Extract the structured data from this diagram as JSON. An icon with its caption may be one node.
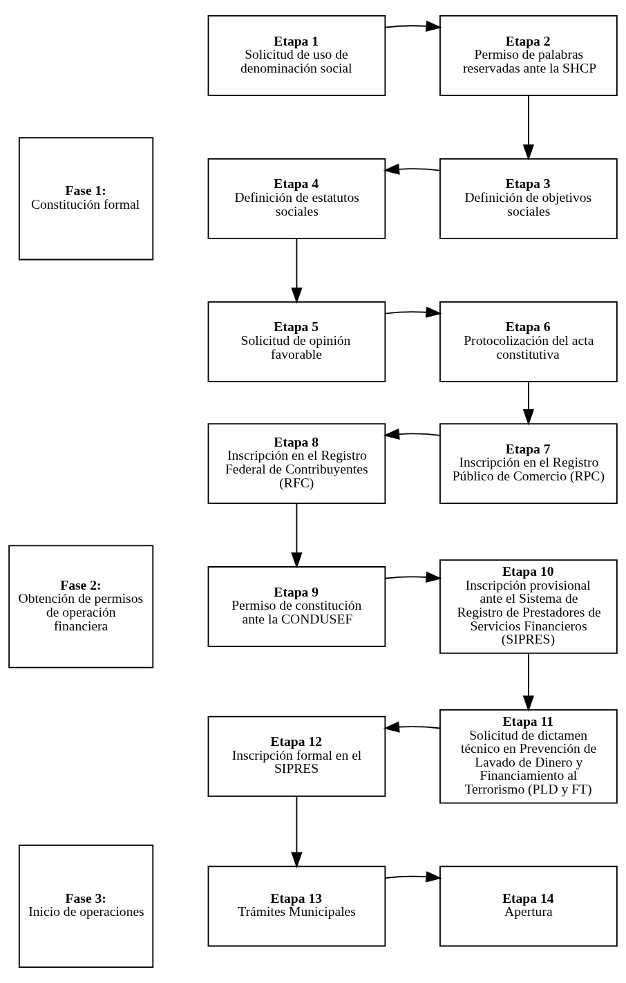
{
  "diagram": {
    "nodes": [
      {
        "text": [
          "Fase 1:",
          "Constitución formal"
        ]
      },
      {
        "text": [
          "Fase 2:",
          "Obtención de permisos de operación financiera"
        ]
      },
      {
        "text": [
          "Fase 3:",
          "Inicio de operaciones"
        ]
      },
      {
        "text": [
          "Etapa 1",
          "Solicitud de uso de denominación social"
        ]
      },
      {
        "text": [
          "Etapa 2",
          "Permiso de palabras reservadas ante la SHCP"
        ]
      },
      {
        "text": [
          "Etapa 3",
          "Definición de objetivos sociales"
        ]
      },
      {
        "text": [
          "Etapa 4",
          "Definición de estatutos sociales"
        ]
      },
      {
        "text": [
          "Etapa 5",
          "Solicitud de opinión favorable"
        ]
      },
      {
        "text": [
          "Etapa 6",
          "Protocolización del acta constitutiva"
        ]
      },
      {
        "text": [
          "Etapa 7",
          "Inscripción en el Registro Público de Comercio (RPC)"
        ]
      },
      {
        "text": [
          "Etapa 8",
          "Inscripción en el Registro Federal de Contribuyentes (RFC)"
        ]
      },
      {
        "text": [
          "Etapa 9",
          "Permiso de constitución ante la CONDUSEF"
        ]
      },
      {
        "text": [
          "Etapa 10",
          "Inscripción provisional ante el Sistema de Registro de Prestadores de Servicios Financieros (SIPRES)"
        ]
      },
      {
        "text": [
          "Etapa 11",
          "Solicitud de dictamen técnico en Prevención de Lavado de Dinero y Financiamiento al Terrorismo (PLD y FT)"
        ]
      },
      {
        "text": [
          "Etapa 12",
          "Inscripción formal en el SIPRES"
        ]
      },
      {
        "text": [
          "Etapa 13",
          "Trámites Municipales"
        ]
      },
      {
        "text": [
          "Etapa 14",
          "Apertura"
        ]
      }
    ],
    "edges": [
      {
        "from": 3,
        "to": 4,
        "arrow": "to"
      },
      {
        "from": 4,
        "to": 5,
        "arrow": "to"
      },
      {
        "from": 5,
        "to": 6,
        "arrow": "to"
      },
      {
        "from": 6,
        "to": 7,
        "arrow": "to"
      },
      {
        "from": 7,
        "to": 8,
        "arrow": "to"
      },
      {
        "from": 8,
        "to": 9,
        "arrow": "to"
      },
      {
        "from": 9,
        "to": 10,
        "arrow": "to"
      },
      {
        "from": 10,
        "to": 11,
        "arrow": "to"
      },
      {
        "from": 11,
        "to": 12,
        "arrow": "to"
      },
      {
        "from": 12,
        "to": 13,
        "arrow": "to"
      },
      {
        "from": 13,
        "to": 14,
        "arrow": "to"
      },
      {
        "from": 14,
        "to": 15,
        "arrow": "to"
      },
      {
        "from": 15,
        "to": 16,
        "arrow": "to"
      }
    ]
  }
}
